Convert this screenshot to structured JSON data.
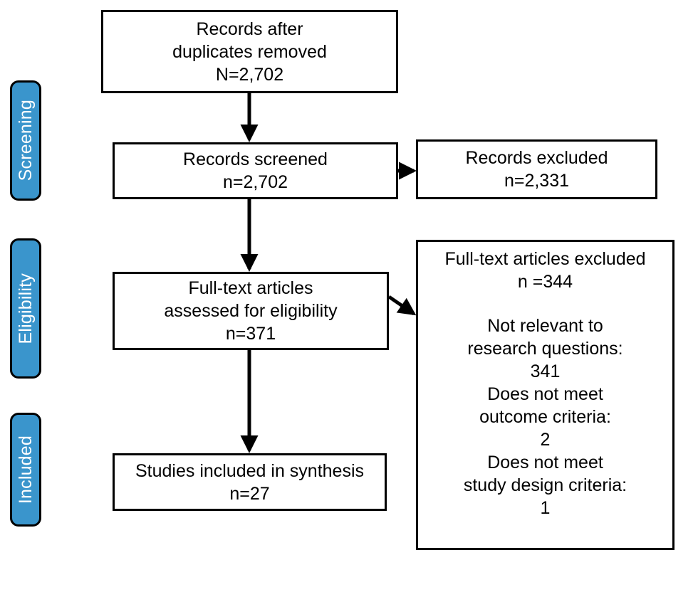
{
  "diagram": {
    "type": "prisma-flow-diagram",
    "background_color": "#ffffff",
    "accent_color": "#3A95CC",
    "line_color": "#000000"
  },
  "stages": [
    {
      "id": "screening",
      "label": "Screening"
    },
    {
      "id": "eligibility",
      "label": "Eligibility"
    },
    {
      "id": "included",
      "label": "Included"
    }
  ],
  "boxes": {
    "records_after_duplicates": {
      "line1": "Records after",
      "line2": "duplicates removed",
      "line3": "N=2,702",
      "count": 2702
    },
    "records_screened": {
      "line1": "Records screened",
      "line2": "n=2,702",
      "count": 2702
    },
    "records_excluded": {
      "line1": "Records excluded",
      "line2": "n=2,331",
      "count": 2331
    },
    "fulltext_assessed": {
      "line1": "Full-text articles",
      "line2": "assessed for eligibility",
      "line3": "n=371",
      "count": 371
    },
    "fulltext_excluded": {
      "line1": "Full-text articles excluded",
      "line2": "n =344",
      "line3": "Not relevant to",
      "line4": "research questions:",
      "line5": "341",
      "line6": "Does not meet",
      "line7": "outcome criteria:",
      "line8": "2",
      "line9": "Does not meet",
      "line10": "study design criteria:",
      "line11": "1",
      "count": 344,
      "reasons": [
        {
          "label": "Not relevant to research questions:",
          "value": 341
        },
        {
          "label": "Does not meet outcome criteria:",
          "value": 2
        },
        {
          "label": "Does not meet study design criteria:",
          "value": 1
        }
      ]
    },
    "studies_included": {
      "line1": "Studies included in synthesis",
      "line2": "n=27",
      "count": 27
    }
  },
  "connectors": [
    {
      "id": "arrow-duplicates-to-screened",
      "kind": "vertical-arrow"
    },
    {
      "id": "arrow-screened-to-excluded",
      "kind": "horizontal-arrow"
    },
    {
      "id": "arrow-screened-to-fulltext",
      "kind": "vertical-arrow"
    },
    {
      "id": "arrow-fulltext-to-fulltext-excluded",
      "kind": "diagonal-arrow"
    },
    {
      "id": "arrow-fulltext-to-included",
      "kind": "vertical-arrow"
    }
  ]
}
